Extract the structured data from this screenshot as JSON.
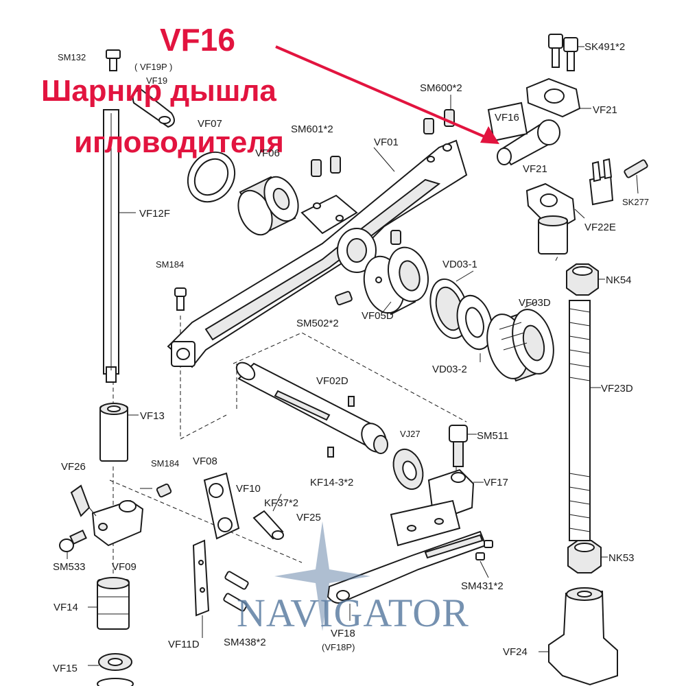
{
  "headline": {
    "code": "VF16",
    "line1": "Шарнир дышла",
    "line2": "игловодителя",
    "color": "#e2143f"
  },
  "watermark": {
    "text": "NAVIGATOR",
    "color": "#5e7ea3"
  },
  "labels": {
    "sm132": "SM132",
    "vf19p": "( VF19P )",
    "vf19": "VF19",
    "vf07": "VF07",
    "vf06": "VF06",
    "vf12f": "VF12F",
    "sm601": "SM601*2",
    "vf01": "VF01",
    "sm600": "SM600*2",
    "sk491": "SK491*2",
    "vf21a": "VF21",
    "vf16": "VF16",
    "vf21b": "VF21",
    "sk277": "SK277",
    "vf22e": "VF22E",
    "nk54": "NK54",
    "sm184a": "SM184",
    "vd031": "VD03-1",
    "vf03d": "VF03D",
    "sm502": "SM502*2",
    "vf05d": "VF05D",
    "vd032": "VD03-2",
    "vf23d": "VF23D",
    "vf02d": "VF02D",
    "vf13": "VF13",
    "vj27": "VJ27",
    "sm511": "SM511",
    "vf26": "VF26",
    "sm184b": "SM184",
    "vf08": "VF08",
    "vf10": "VF10",
    "kf37": "KF37*2",
    "kf143": "KF14-3*2",
    "vf17": "VF17",
    "vf25": "VF25",
    "sm533": "SM533",
    "vf09": "VF09",
    "nk53": "NK53",
    "sm431": "SM431*2",
    "vf14": "VF14",
    "vf11d": "VF11D",
    "sm438": "SM438*2",
    "vf18": "VF18",
    "vf18p": "(VF18P)",
    "vf24": "VF24",
    "vf15": "VF15"
  }
}
